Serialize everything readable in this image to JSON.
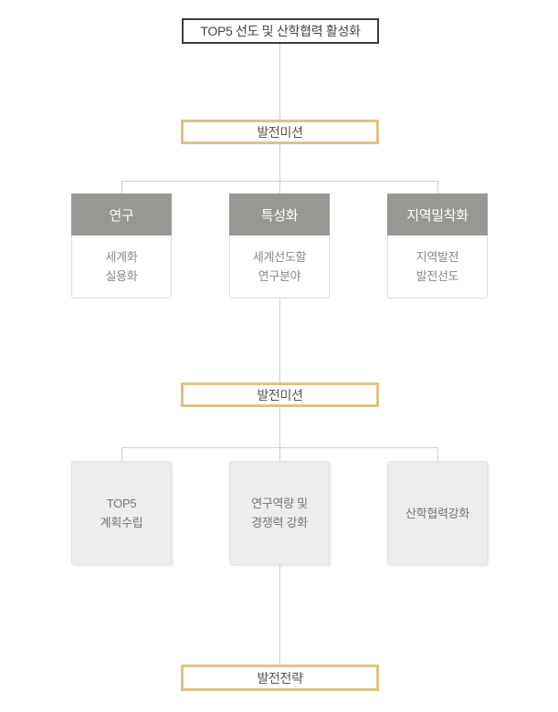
{
  "diagram": {
    "root_label": "TOP5 선도 및 산학협력 활성화",
    "mission_top_label": "발전미션",
    "columns": [
      {
        "header": "연구",
        "lines": [
          "세계화",
          "실용화"
        ]
      },
      {
        "header": "특성화",
        "lines": [
          "세계선도할",
          "연구분야"
        ]
      },
      {
        "header": "지역밀착화",
        "lines": [
          "지역발전",
          "발전선도"
        ]
      }
    ],
    "mission_bottom_label": "발전미션",
    "strategies": [
      {
        "lines": [
          "TOP5",
          "계획수립"
        ]
      },
      {
        "lines": [
          "연구역량 및",
          "경쟁력 강화"
        ]
      },
      {
        "lines": [
          "산학협력강화"
        ]
      }
    ],
    "footer_label": "발전전략",
    "colors": {
      "accent_gold": "#dcc28a",
      "header_gray": "#979794",
      "root_border": "#3d3d3d",
      "connector_gray": "#cfcfcf",
      "card_gray": "#ededed"
    }
  }
}
